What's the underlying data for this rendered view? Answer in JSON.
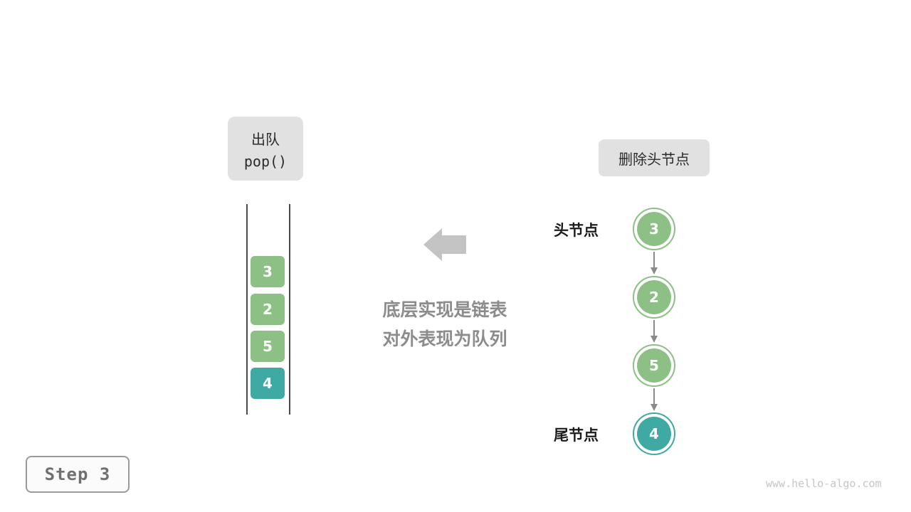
{
  "colors": {
    "green": "#8CC084",
    "teal": "#3FAAA3",
    "label_bg": "#E1E1E1",
    "big_arrow": "#C3C3C3",
    "connector": "#8A8A8A",
    "caption_gray": "#8C8C8C",
    "node_text": "#FFFFFF"
  },
  "dequeue_label": {
    "line1": "出队",
    "line2": "pop()"
  },
  "queue": {
    "items": [
      {
        "value": "3",
        "color": "green"
      },
      {
        "value": "2",
        "color": "green"
      },
      {
        "value": "5",
        "color": "green"
      },
      {
        "value": "4",
        "color": "teal"
      }
    ]
  },
  "caption": {
    "line1": "底层实现是链表",
    "line2": "对外表现为队列"
  },
  "linked_list": {
    "label": "删除头节点",
    "head_label": "头节点",
    "tail_label": "尾节点",
    "nodes": [
      {
        "value": "3",
        "color": "green"
      },
      {
        "value": "2",
        "color": "green"
      },
      {
        "value": "5",
        "color": "green"
      },
      {
        "value": "4",
        "color": "teal"
      }
    ]
  },
  "footer": {
    "step": "Step 3",
    "watermark": "www.hello-algo.com"
  }
}
